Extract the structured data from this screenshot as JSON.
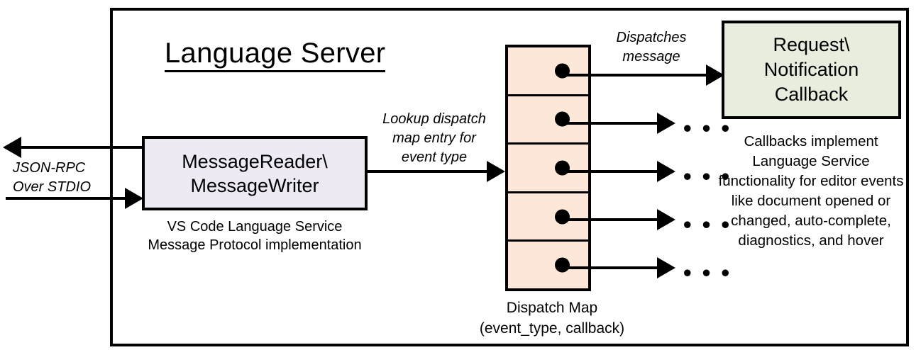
{
  "diagram": {
    "title": "Language Server",
    "outer_border_color": "#000000",
    "background": "#ffffff"
  },
  "nodes": {
    "message_reader_writer": {
      "label": "MessageReader\\\nMessageWriter",
      "caption": "VS Code Language Service\nMessage Protocol implementation",
      "fill": "#EDEAF3"
    },
    "dispatch_map": {
      "caption": "Dispatch Map\n(event_type, callback)",
      "fill": "#FCE7D9",
      "row_count": 5
    },
    "callback": {
      "label": "Request\\\nNotification\nCallback",
      "caption": "Callbacks implement Language Service functionality for editor events like document opened or changed, auto-complete, diagnostics, and hover",
      "fill": "#E8EEDE"
    }
  },
  "edges": {
    "jsonrpc_label": "JSON-RPC\nOver STDIO",
    "lookup_label": "Lookup dispatch\nmap entry for\nevent type",
    "dispatches_label": "Dispatches\nmessage",
    "ellipsis": "• • •"
  }
}
